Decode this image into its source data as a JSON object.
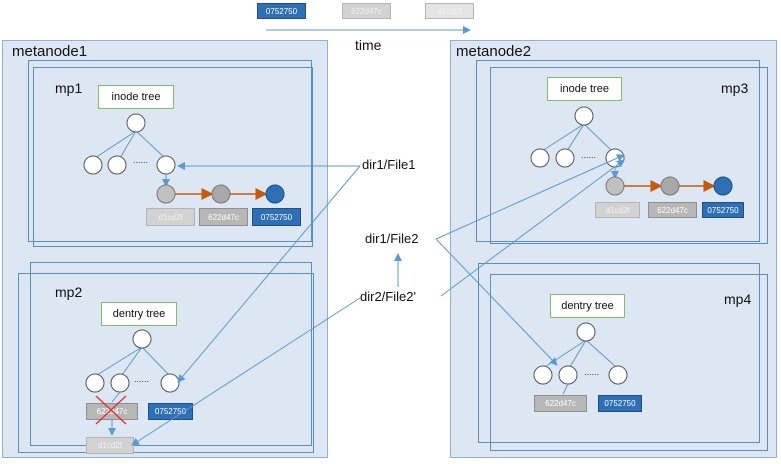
{
  "timeline": {
    "label": "time",
    "tags": [
      "0752750",
      "622d47c",
      "d1cd2f"
    ]
  },
  "metanode1": {
    "title": "metanode1",
    "mp1": {
      "label": "mp1",
      "tree": "inode tree",
      "ellipsis": "......",
      "tags": [
        "d1cd2f",
        "622d47c",
        "0752750"
      ]
    },
    "mp2": {
      "label": "mp2",
      "tree": "dentry tree",
      "ellipsis": "......",
      "tags": [
        "622d47c",
        "0752750",
        "d1cd2f"
      ]
    }
  },
  "metanode2": {
    "title": "metanode2",
    "mp3": {
      "label": "mp3",
      "tree": "inode tree",
      "ellipsis": "......",
      "tags": [
        "d1cd2f",
        "622d47c",
        "0752750"
      ]
    },
    "mp4": {
      "label": "mp4",
      "tree": "dentry tree",
      "ellipsis": "......",
      "tags": [
        "622d47c",
        "0752750"
      ]
    }
  },
  "paths": [
    "dir1/File1",
    "dir1/File2",
    "dir2/File2'"
  ],
  "colors": {
    "blue": "#2e6fb5",
    "gray": "#b7b7b7",
    "line": "#5b9bd5",
    "link": "#c55a11",
    "cross": "#e03030"
  }
}
